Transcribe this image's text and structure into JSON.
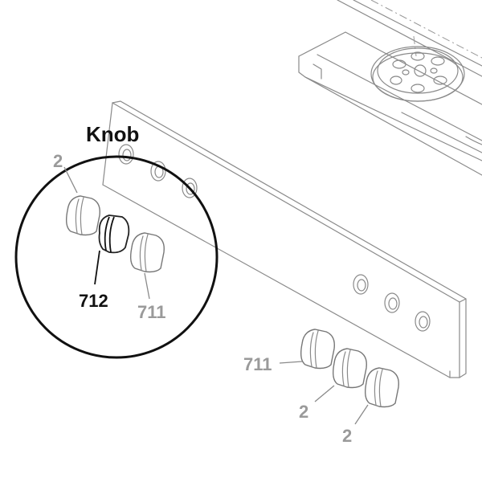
{
  "diagram": {
    "title": "Knob",
    "callouts": {
      "part_2_a": "2",
      "part_712": "712",
      "part_711_a": "711",
      "part_711_b": "711",
      "part_2_b": "2",
      "part_2_c": "2"
    },
    "colors": {
      "line": "#8a8a8a",
      "highlight": "#111111",
      "label_grey": "#9a9a9a",
      "background": "#ffffff"
    }
  }
}
